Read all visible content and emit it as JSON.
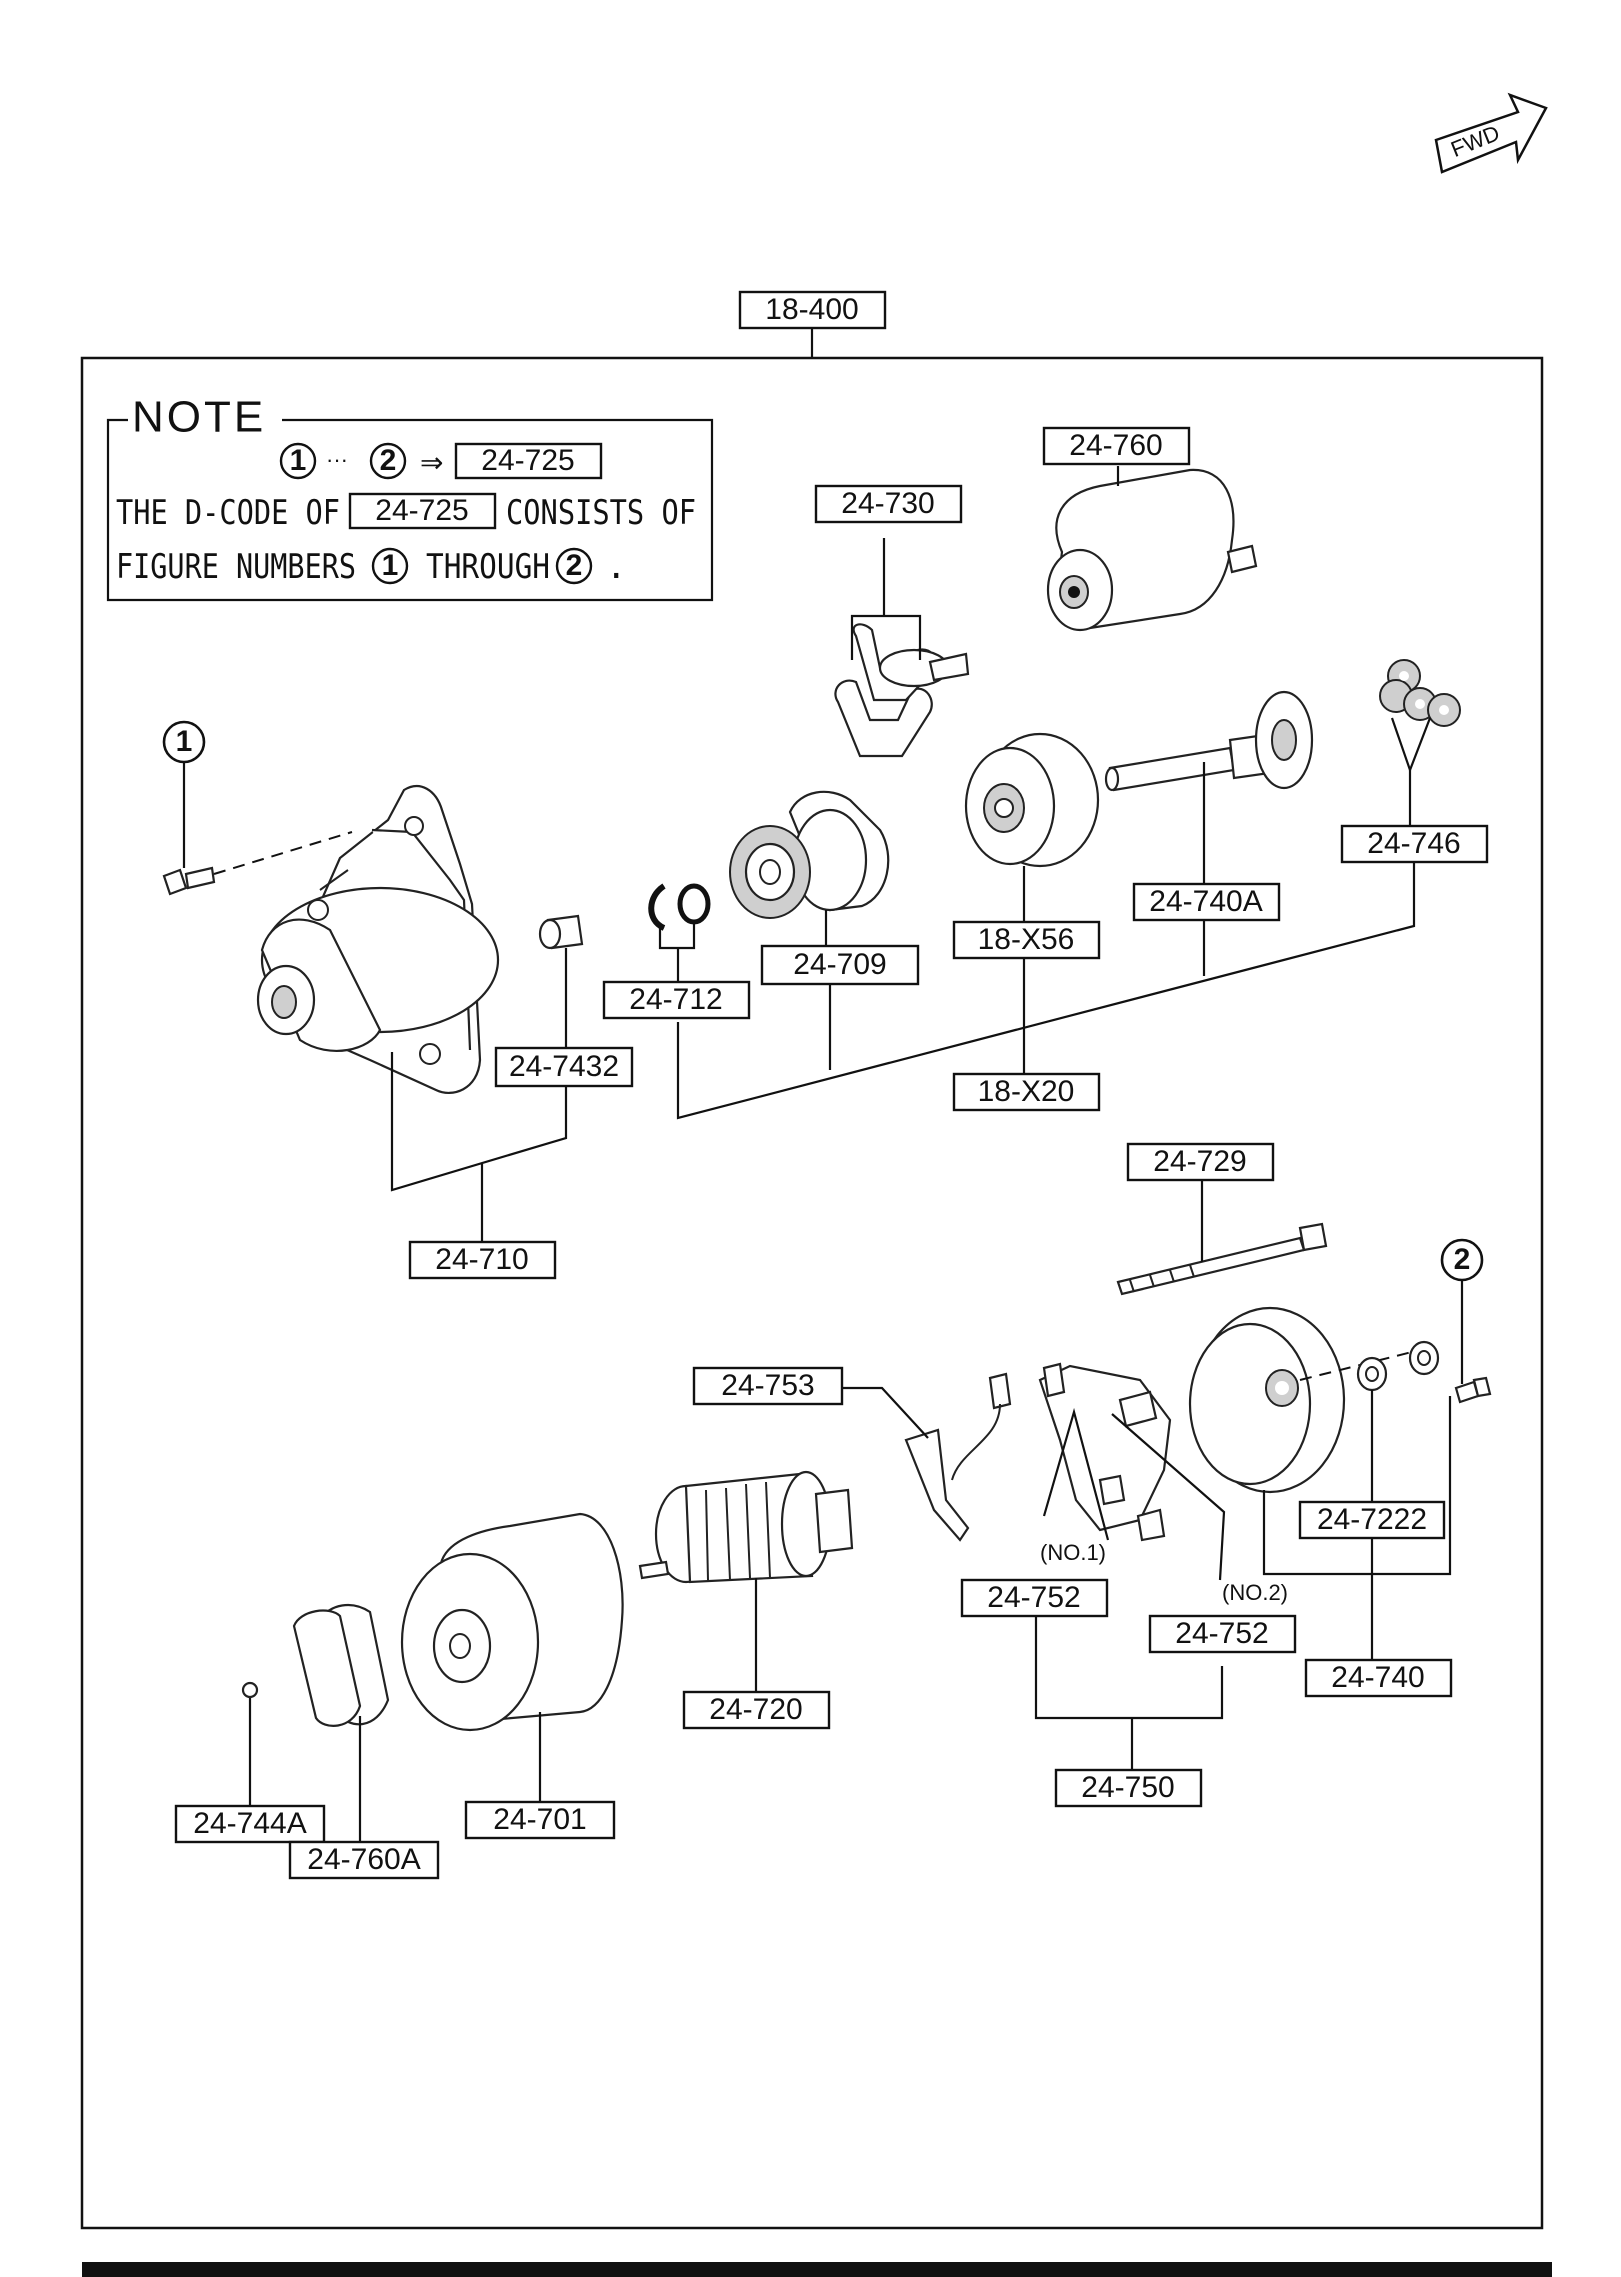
{
  "fwd_label": "FWD",
  "top_label": "18-400",
  "note": {
    "title": "NOTE",
    "ref_start": "1",
    "ref_end": "2",
    "ref_code": "24-725",
    "line1_a": "THE D-CODE OF",
    "line1_code": "24-725",
    "line1_b": "CONSISTS OF",
    "line2_a": "FIGURE NUMBERS",
    "line2_num1": "1",
    "line2_b": "THROUGH",
    "line2_num2": "2",
    "line2_end": "."
  },
  "callouts": {
    "c1": "1",
    "c2": "2"
  },
  "labels": {
    "l_24_760": "24-760",
    "l_24_730": "24-730",
    "l_24_746": "24-746",
    "l_24_740A": "24-740A",
    "l_18_X56": "18-X56",
    "l_24_709": "24-709",
    "l_24_712": "24-712",
    "l_24_7432": "24-7432",
    "l_18_X20": "18-X20",
    "l_24_710": "24-710",
    "l_24_729": "24-729",
    "l_24_753": "24-753",
    "l_24_7222": "24-7222",
    "l_24_752a": "24-752",
    "l_24_752b": "24-752",
    "l_24_740": "24-740",
    "l_24_720": "24-720",
    "l_24_750": "24-750",
    "l_24_701": "24-701",
    "l_24_744A": "24-744A",
    "l_24_760A": "24-760A"
  },
  "sub_labels": {
    "no1": "(NO.1)",
    "no2": "(NO.2)"
  }
}
